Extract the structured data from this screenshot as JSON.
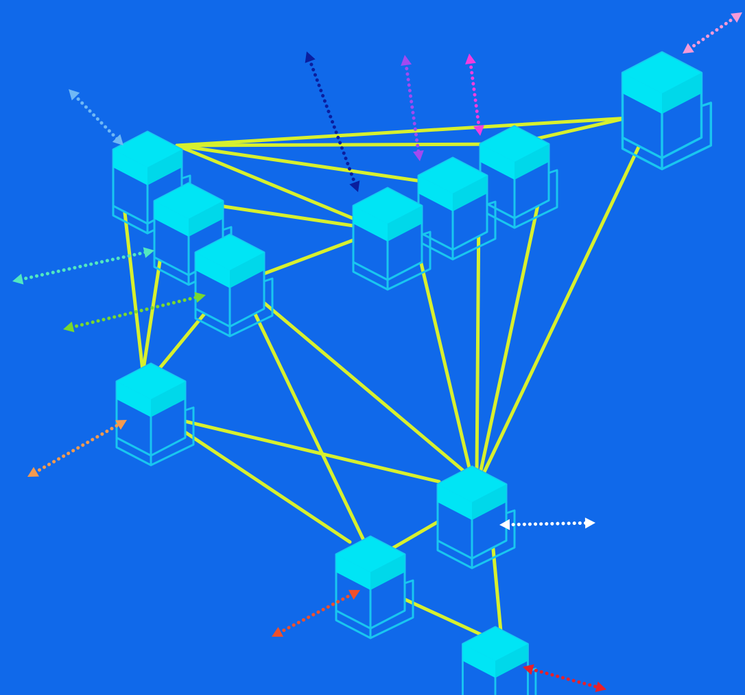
{
  "colors": {
    "background": "#1069EA",
    "link": "#D7F02E",
    "node_fill": "#00E5F5",
    "node_outline": "#19C6F0"
  },
  "nodes": [
    {
      "id": "workstation-top-left",
      "icon": "computer-icon"
    },
    {
      "id": "workstation-left-mid",
      "icon": "computer-icon"
    },
    {
      "id": "workstation-left-low",
      "icon": "computer-icon"
    },
    {
      "id": "workstation-center",
      "icon": "computer-icon"
    },
    {
      "id": "workstation-upper-mid",
      "icon": "computer-icon"
    },
    {
      "id": "workstation-upper-right",
      "icon": "computer-icon"
    },
    {
      "id": "workstation-far-right",
      "icon": "computer-icon"
    },
    {
      "id": "workstation-bottom-left",
      "icon": "computer-icon"
    },
    {
      "id": "hub",
      "icon": "computer-icon"
    },
    {
      "id": "workstation-bottom-center",
      "icon": "computer-icon"
    },
    {
      "id": "workstation-bottom-right",
      "icon": "computer-icon"
    }
  ],
  "links": [
    [
      "workstation-top-left",
      "workstation-far-right"
    ],
    [
      "workstation-top-left",
      "workstation-upper-right"
    ],
    [
      "workstation-top-left",
      "workstation-upper-mid"
    ],
    [
      "workstation-top-left",
      "workstation-center"
    ],
    [
      "workstation-top-left",
      "workstation-bottom-left"
    ],
    [
      "workstation-top-left",
      "workstation-left-mid"
    ],
    [
      "workstation-left-mid",
      "workstation-center"
    ],
    [
      "workstation-left-mid",
      "workstation-left-low"
    ],
    [
      "workstation-left-mid",
      "workstation-bottom-left"
    ],
    [
      "workstation-left-low",
      "workstation-center"
    ],
    [
      "workstation-left-low",
      "workstation-bottom-left"
    ],
    [
      "workstation-left-low",
      "hub"
    ],
    [
      "workstation-left-low",
      "workstation-bottom-center"
    ],
    [
      "workstation-bottom-left",
      "hub"
    ],
    [
      "workstation-bottom-left",
      "workstation-bottom-center"
    ],
    [
      "workstation-center",
      "workstation-upper-mid"
    ],
    [
      "workstation-center",
      "hub"
    ],
    [
      "workstation-upper-mid",
      "workstation-upper-right"
    ],
    [
      "workstation-upper-mid",
      "hub"
    ],
    [
      "workstation-upper-right",
      "workstation-far-right"
    ],
    [
      "workstation-upper-right",
      "hub"
    ],
    [
      "workstation-far-right",
      "hub"
    ],
    [
      "hub",
      "workstation-bottom-center"
    ],
    [
      "hub",
      "workstation-bottom-right"
    ],
    [
      "workstation-bottom-center",
      "workstation-bottom-right"
    ]
  ],
  "traffic_arrows": [
    {
      "name": "traffic-arrow-top-left",
      "color": "#6FB8F5"
    },
    {
      "name": "traffic-arrow-navy",
      "color": "#0A1E9E"
    },
    {
      "name": "traffic-arrow-violet",
      "color": "#A24AF0"
    },
    {
      "name": "traffic-arrow-magenta",
      "color": "#F23DDE"
    },
    {
      "name": "traffic-arrow-pink",
      "color": "#F59AD8"
    },
    {
      "name": "traffic-arrow-teal",
      "color": "#52E8C0"
    },
    {
      "name": "traffic-arrow-green",
      "color": "#79D82E"
    },
    {
      "name": "traffic-arrow-orange",
      "color": "#F59A4E"
    },
    {
      "name": "traffic-arrow-white",
      "color": "#FFFFFF"
    },
    {
      "name": "traffic-arrow-red-orange",
      "color": "#F0502A"
    },
    {
      "name": "traffic-arrow-red",
      "color": "#E8202A"
    }
  ]
}
